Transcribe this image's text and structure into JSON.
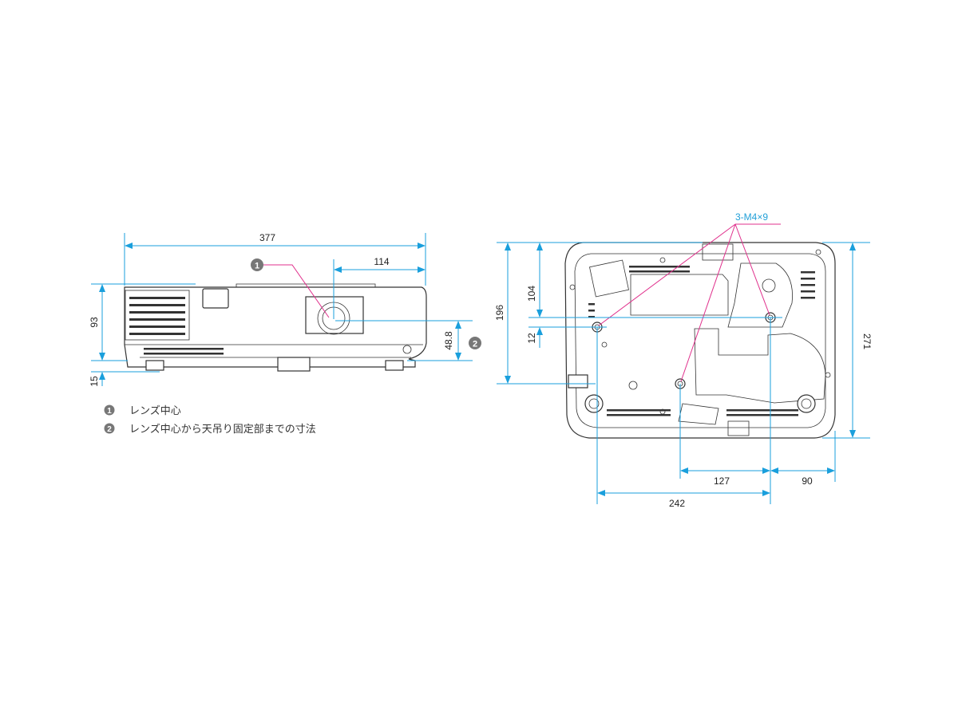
{
  "front_view": {
    "dims": {
      "width": "377",
      "height": "93",
      "foot": "15",
      "lens_offset": "114",
      "lens_to_mount": "48.8"
    },
    "markers": {
      "m1": "1",
      "m2": "2"
    }
  },
  "bottom_view": {
    "dims": {
      "depth": "196",
      "depth_total": "271",
      "hole_offset_a": "104",
      "hole_offset_b": "12",
      "hole_span": "127",
      "side": "90",
      "total": "242"
    },
    "callout": "3-M4×9"
  },
  "legend": [
    {
      "num": "1",
      "text": "レンズ中心"
    },
    {
      "num": "2",
      "text": "レンズ中心から天吊り固定部までの寸法"
    }
  ],
  "colors": {
    "dimension": "#1a9fdc",
    "leader": "#e0308c",
    "outline": "#333333"
  }
}
